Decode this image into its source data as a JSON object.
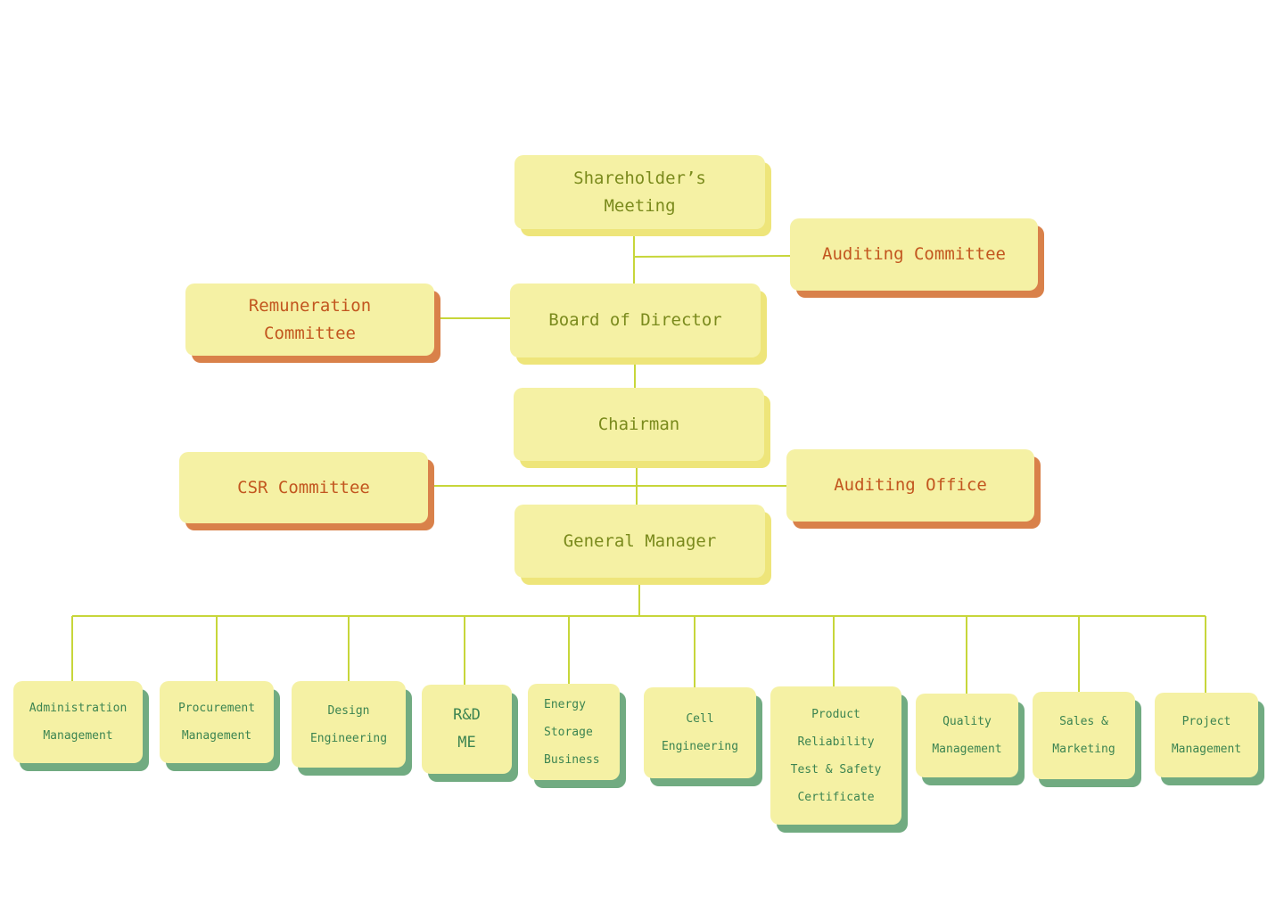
{
  "nodes": {
    "shareholders_meeting": [
      "Shareholder’s",
      "Meeting"
    ],
    "auditing_committee": [
      "Auditing Committee"
    ],
    "remuneration_committee": [
      "Remuneration",
      "Committee"
    ],
    "board_of_director": [
      "Board of Director"
    ],
    "chairman": [
      "Chairman"
    ],
    "csr_committee": [
      "CSR Committee"
    ],
    "auditing_office": [
      "Auditing Office"
    ],
    "general_manager": [
      "General Manager"
    ]
  },
  "departments": [
    [
      "Administration",
      "Management"
    ],
    [
      "Procurement",
      "Management"
    ],
    [
      "Design",
      "Engineering"
    ],
    [
      "R&D",
      "ME"
    ],
    [
      "Energy",
      "Storage",
      "Business"
    ],
    [
      "Cell",
      "Engineering"
    ],
    [
      "Product",
      "Reliability",
      "Test & Safety",
      "Certificate"
    ],
    [
      "Quality",
      "Management"
    ],
    [
      "Sales &",
      "Marketing"
    ],
    [
      "Project",
      "Management"
    ]
  ],
  "colors": {
    "connector": "#c7d63a",
    "core_fill": "#f5f1a4",
    "core_shadow": "#eee57a",
    "side_shadow": "#d9814a",
    "dept_shadow": "#71ab81",
    "core_text": "#7a8a1c",
    "side_text": "#c2561f",
    "dept_text": "#3c8451"
  }
}
